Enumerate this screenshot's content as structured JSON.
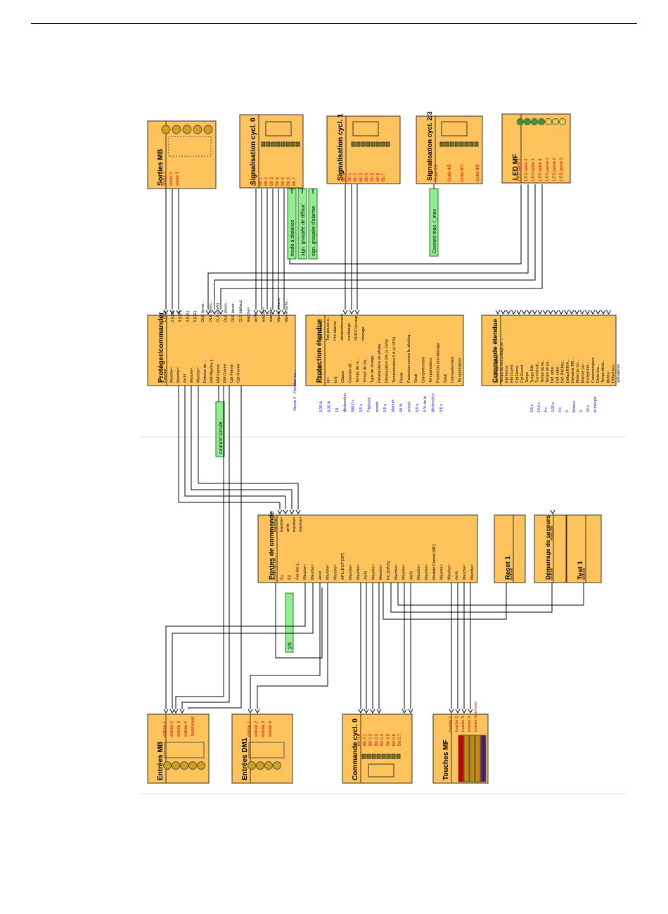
{
  "blocks": [
    {
      "id": "sorties-mb",
      "title": "Sorties MB",
      "ports": [
        "sortie 1",
        "sortie 2",
        "sortie 3"
      ]
    },
    {
      "id": "signal-cycl-0",
      "title": "Signalisation cycl. 0",
      "ports": [
        "Bit 0",
        "Bit 1",
        "Bit 2",
        "Bit 3",
        "Bit 4",
        "Bit 5",
        "Bit 6",
        "Bit 7"
      ]
    },
    {
      "id": "signal-cycl-1",
      "title": "Signalisation cycl. 1",
      "ports": [
        "Bit 0",
        "Bit 1",
        "Bit 2",
        "Bit 3",
        "Bit 4",
        "Bit 5",
        "Bit 6",
        "Bit 7"
      ]
    },
    {
      "id": "signal-cycl-2",
      "title": "Signalisation cycl. 2/3",
      "ports": [
        "Octet 2/3",
        "Octet 4/5",
        "Octet 6/7",
        "Octet 8/9"
      ]
    },
    {
      "id": "led-mf",
      "title": "LED MF",
      "ports": [
        "LED verte 1",
        "LED verte 2",
        "LED verte 3",
        "LED verte 4",
        "LED jaune 1",
        "LED jaune 2",
        "LED jaune 3"
      ]
    },
    {
      "id": "proteger",
      "title": "Protéger/commander",
      "lines": [
        "Courant",
        "Marche<",
        "Marche>",
        "Arrêt",
        "Marche<",
        "Marche>",
        "Entrées de ...",
        "RM Marche (...",
        "RM Fermé",
        "RM Ouvert",
        "Cpt Fermé",
        "Cpt Ouvert"
      ],
      "right": [
        "1 (QE)",
        "2 (QE)",
        "3 (QE)",
        "4 (QE)",
        "5 (QE)",
        "OLE (inver...",
        "OLE (marc...",
        "CLA (arrêt)",
        "OLE (marc...",
        "OLE (inver...",
        "CLS (défaut)",
        "marche<",
        "arrêt",
        "marche>",
        "marche>",
        "Vanne s'ouvre",
        "Vanne se fe..."
      ]
    },
    {
      "id": "protection",
      "title": "Protection étendue",
      "lines": [
        "Protection ...",
        "Ie=",
        "IeN",
        "Classe",
        "Courant de ...",
        "Temps de re...",
        "Temps de pa...",
        "Type de charge",
        "Déséquilibre de phase",
        "Déséquilibre 5% (≥ 15%)",
        "Temporisation 5 A (≥ 15%)",
        "Reset",
        "Protection contre le désééq...",
        "Seuil",
        "Comportement",
        "Temporisation",
        "Protection anti-blocage",
        "Seuil",
        "Comportement",
        "Temporisation"
      ],
      "left": [
        "0,30 A",
        "0,30 A",
        "10",
        "déclencher",
        "300,0 s",
        "0,5 s",
        "Triphasé",
        "avertir",
        "0,5 s",
        "Manuel",
        "40 %",
        "avertir",
        "0,5 s",
        "0 % de le",
        "déclencher",
        "0,5 s"
      ],
      "top": [
        "Tps refroid...",
        "Tps pause a...",
        "Pré-alarme",
        "déclenchement",
        "surcharge",
        "SURCH+coup...",
        "blocage"
      ]
    },
    {
      "id": "commande-etendue",
      "title": "Commande étendue",
      "lines": [
        "démarrage activé",
        "Temps de verrouillage en ...",
        "RM Fermé",
        "RM Ouvert",
        "Cpt Fermé",
        "Cpt Ouvert",
        "Temps",
        "Temps RM",
        "Tps exécuti...",
        "Temps de ve...",
        "Temps de pa...",
        "Déf. ordre ...",
        "Déf. ordre ...",
        "Déf. RM Mar...",
        "Défaut RM A...",
        "Démarrer RM ...",
        "Mode de fon...",
        "Marche par ...",
        "Enregistrer...",
        "Consommateur",
        "Etoile-tria...",
        "Temps étoile...",
        "Moteur",
        "Défaut pou...",
        "antivalence"
      ],
      "left": [
        "0,5 s",
        "10,0 s",
        "0 s",
        "0,00 s",
        "0 s",
        "0",
        "Moteur",
        "0",
        "20 s",
        "le triangle"
      ]
    },
    {
      "id": "postes",
      "title": "Postes de commande",
      "lines": [
        "Mode de fon...",
        "S1",
        "S2",
        "Sur site (...",
        "Marche<",
        "Marche>",
        "Arrêt",
        "Marche<",
        "Marche>",
        "APIL/DCP [DP]",
        "Marche<",
        "Marche>",
        "Arrêt",
        "Marche<",
        "Marche>",
        "PC [DPV1]",
        "Marche<",
        "Marche>",
        "Arrêt",
        "Marche<",
        "Marche>",
        "Module Frontal [MF]",
        "Marche<",
        "Marche>",
        "Arrêt",
        "Marche<",
        "Marche>"
      ],
      "top": [
        "marche<",
        "marche>",
        "arrêt",
        "marche<",
        "marche>"
      ]
    },
    {
      "id": "reset-1",
      "title": "Reset 1",
      "ports": [
        "entrée"
      ]
    },
    {
      "id": "demarrage",
      "title": "Démarrage de secours",
      "ports": [
        "entrée",
        "exécuté"
      ]
    },
    {
      "id": "test-1",
      "title": "Test 1",
      "ports": [
        "entrée"
      ]
    },
    {
      "id": "entrees-mb",
      "title": "Entrées MB",
      "ports": [
        "entrée 1",
        "entrée 2",
        "entrée 3",
        "entrée 4",
        "Test/Reset"
      ]
    },
    {
      "id": "entrees-dm1",
      "title": "Entrées DM1",
      "ports": [
        "entrée 1",
        "entrée 2",
        "entrée 3",
        "entrée 4"
      ]
    },
    {
      "id": "commande-cycl-0",
      "title": "Commande cycl. 0",
      "ports": [
        "Bit 0.0",
        "Bit 0.1",
        "Bit 0.2",
        "Bit 0.3",
        "Bit 0.4",
        "Bit 0.5",
        "Bit 0.6",
        "Bit 0.7"
      ]
    },
    {
      "id": "touches-mf",
      "title": "Touches MF",
      "ports": [
        "touche 1",
        "touche 2",
        "touche 3",
        "touche 4",
        "touche test/reset"
      ]
    }
  ],
  "green_labels": [
    "mode à distance",
    "sign. groupée de défaut",
    "sign. groupée d'alarme",
    "Courant max. I_max",
    "courant circule",
    "1/0"
  ],
  "colors": {
    "block": "#ffc35c",
    "wire": "#000000",
    "green": "#90ee90",
    "red_text": "#cc0000",
    "blue_text": "#0000cc"
  }
}
